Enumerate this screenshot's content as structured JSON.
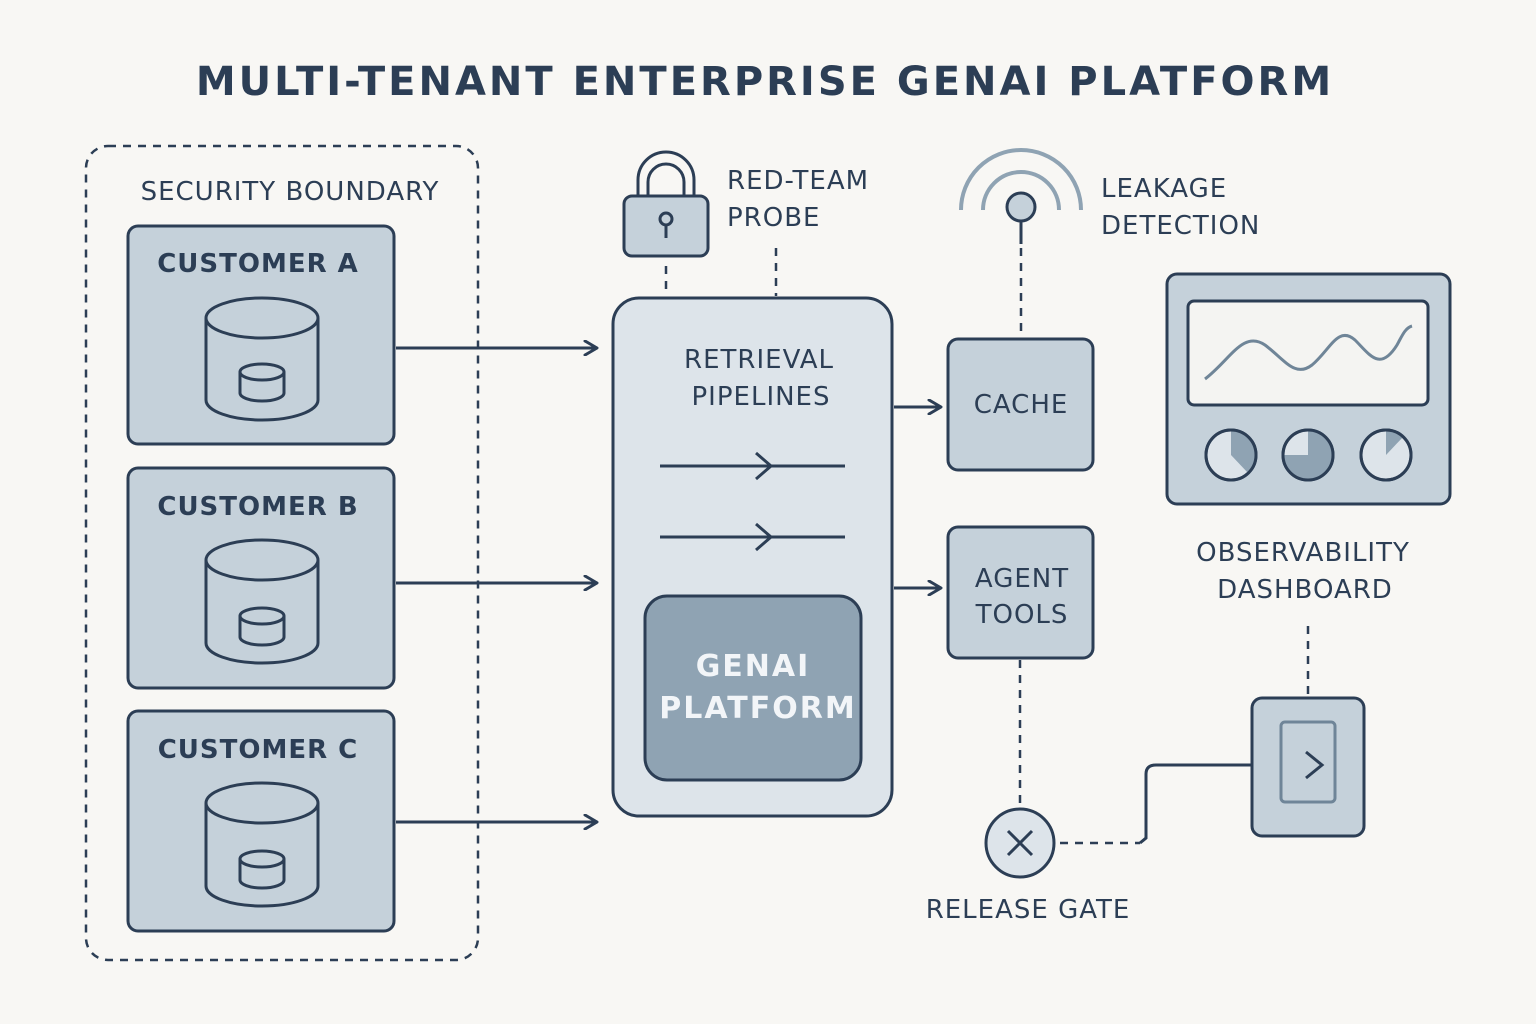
{
  "title": "MULTI-TENANT ENTERPRISE GENAI PLATFORM",
  "security_boundary": {
    "label": "SECURITY BOUNDARY",
    "customers": [
      {
        "label": "CUSTOMER A"
      },
      {
        "label": "CUSTOMER B"
      },
      {
        "label": "CUSTOMER C"
      }
    ]
  },
  "core": {
    "retrieval_line1": "RETRIEVAL",
    "retrieval_line2": "PIPELINES",
    "platform_line1": "GENAI",
    "platform_line2": "PLATFORM"
  },
  "red_team": {
    "line1": "RED-TEAM",
    "line2": "PROBE"
  },
  "leakage": {
    "line1": "LEAKAGE",
    "line2": "DETECTION"
  },
  "cache": {
    "label": "CACHE"
  },
  "agent_tools": {
    "line1": "AGENT",
    "line2": "TOOLS"
  },
  "observability": {
    "line1": "OBSERVABILITY",
    "line2": "DASHBOARD"
  },
  "release_gate": {
    "label": "RELEASE GATE"
  },
  "colors": {
    "background": "#f8f7f4",
    "ink": "#2c3e55",
    "box_fill": "#c5d1da",
    "box_fill_light": "#dde4ea",
    "platform_fill": "#8fa3b3"
  }
}
